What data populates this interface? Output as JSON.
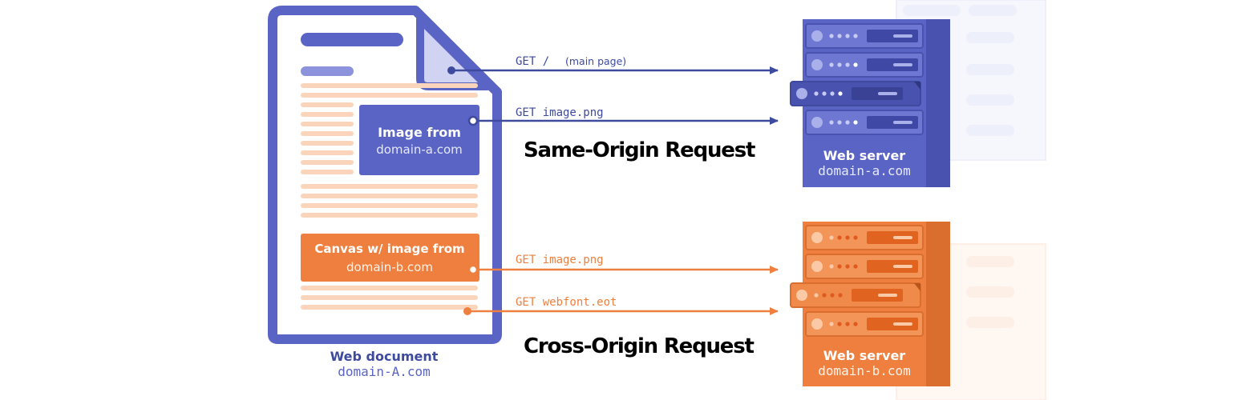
{
  "document": {
    "title": "Web document",
    "domain": "domain-A.com",
    "image_box": {
      "line1": "Image from",
      "line2": "domain-a.com"
    },
    "canvas_box": {
      "line1": "Canvas w/ image from",
      "line2": "domain-b.com"
    }
  },
  "requests": {
    "main_page": {
      "method": "GET /",
      "note": "(main page)"
    },
    "image_same": "GET image.png",
    "image_cross": "GET image.png",
    "webfont_cross": "GET webfont.eot"
  },
  "labels": {
    "same_origin": "Same-Origin Request",
    "cross_origin": "Cross-Origin Request"
  },
  "server_a": {
    "title": "Web server",
    "domain": "domain-a.com"
  },
  "server_b": {
    "title": "Web server",
    "domain": "domain-b.com"
  },
  "colors": {
    "blue": "#5a64c4",
    "blue_dark": "#4a52b0",
    "blue_arrow": "#3d4a9e",
    "orange": "#ee7f3e",
    "orange_light": "#fbd5bb",
    "lavender": "#d0d4f2"
  }
}
